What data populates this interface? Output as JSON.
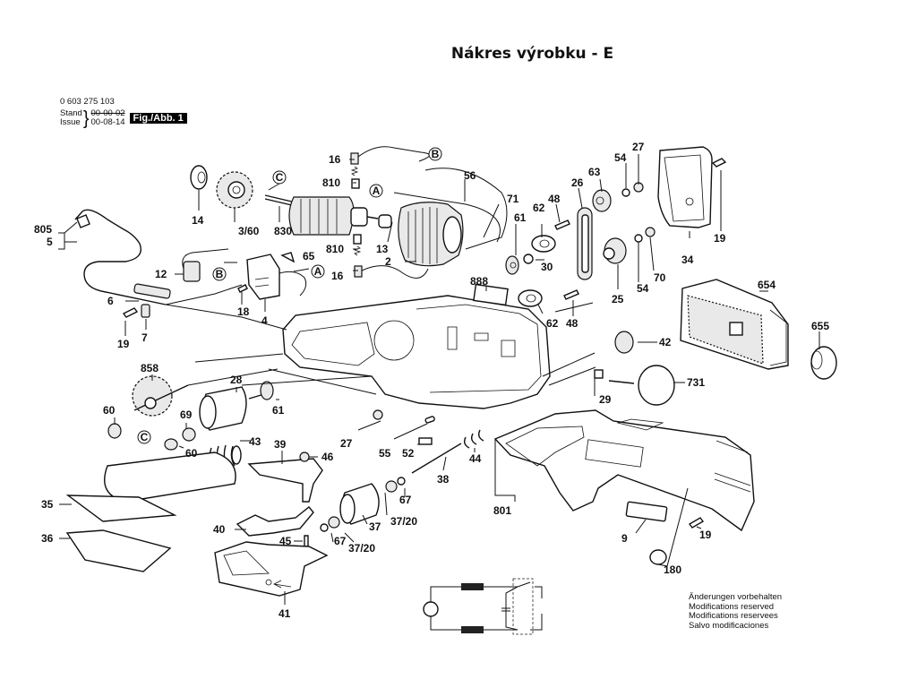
{
  "title": "Nákres výrobku - E",
  "header": {
    "part_number": "0 603 275 103",
    "stand_label": "Stand",
    "issue_label": "Issue",
    "old_date": "00-00-02",
    "issue_date": "00-08-14",
    "figure_badge": "Fig./Abb. 1"
  },
  "modifications_note": [
    "Änderungen vorbehalten",
    "Modifications reserved",
    "Modifications reservees",
    "Salvo modificaciones"
  ],
  "circle_markers": [
    "A",
    "B",
    "C"
  ],
  "part_labels": {
    "p16a": "16",
    "p810a": "810",
    "pB1": "B",
    "p56": "56",
    "pA1": "A",
    "p71": "71",
    "p14": "14",
    "p360": "3/60",
    "p830": "830",
    "pC1": "C",
    "p13": "13",
    "p2": "2",
    "p810b": "810",
    "p16b": "16",
    "p61a": "61",
    "p30": "30",
    "p62a": "62",
    "p48a": "48",
    "p26": "26",
    "p63": "63",
    "p54a": "54",
    "p27a": "27",
    "p34": "34",
    "p19a": "19",
    "p25": "25",
    "p54b": "54",
    "p70": "70",
    "p888": "888",
    "p62b": "62",
    "p48b": "48",
    "p805": "805",
    "p5": "5",
    "p12": "12",
    "pB2": "B",
    "p65": "65",
    "pA2": "A",
    "p18": "18",
    "p4": "4",
    "p6": "6",
    "p19b": "19",
    "p7": "7",
    "p654": "654",
    "p655": "655",
    "p42": "42",
    "p731": "731",
    "p29": "29",
    "p858": "858",
    "p28": "28",
    "p61b": "61",
    "p60a": "60",
    "p69": "69",
    "pC2": "C",
    "p60b": "60",
    "p43": "43",
    "p39": "39",
    "p46": "46",
    "p27b": "27",
    "p55": "55",
    "p52": "52",
    "p44": "44",
    "p38": "38",
    "p35": "35",
    "p36": "36",
    "p40": "40",
    "p45": "45",
    "p67a": "67",
    "p3720a": "37/20",
    "p37": "37",
    "p67b": "67",
    "p3720b": "37/20",
    "p41": "41",
    "p801": "801",
    "p9": "9",
    "p19c": "19",
    "p180": "180"
  }
}
